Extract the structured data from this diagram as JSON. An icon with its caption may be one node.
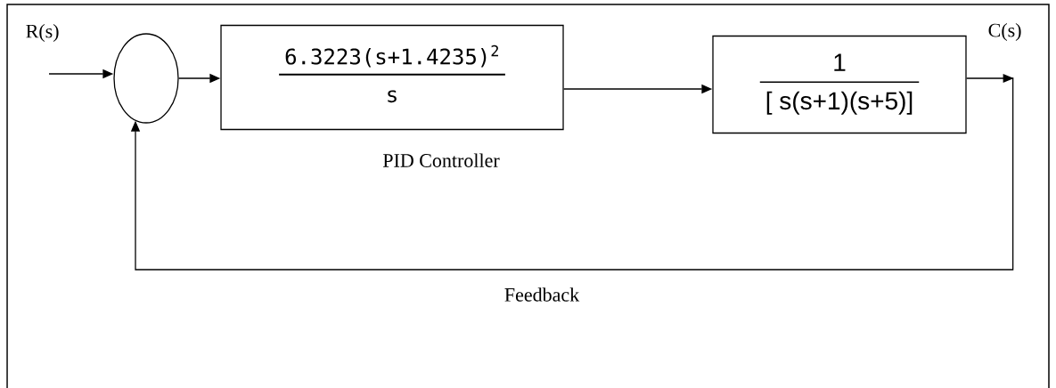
{
  "diagram": {
    "nodes": [
      {
        "text": [],
        "shape": "circle"
      },
      {
        "text": [
          "6.3223(s+1.4235)$^{2}$",
          "s"
        ],
        "beside": [
          "PID Controller"
        ]
      },
      {
        "text": [
          "1",
          "[ s(s+1)(s+5)]"
        ]
      }
    ],
    "edges": [
      {
        "from": null,
        "to": 0,
        "arrow": "to"
      },
      {
        "from": 0,
        "to": 1,
        "arrow": "to"
      },
      {
        "from": 1,
        "to": 2,
        "arrow": "to"
      },
      {
        "from": 2,
        "to": 0,
        "arrow": "to",
        "label": "Feedback"
      }
    ],
    "labels": [
      "R(s)",
      "C(s)"
    ]
  }
}
